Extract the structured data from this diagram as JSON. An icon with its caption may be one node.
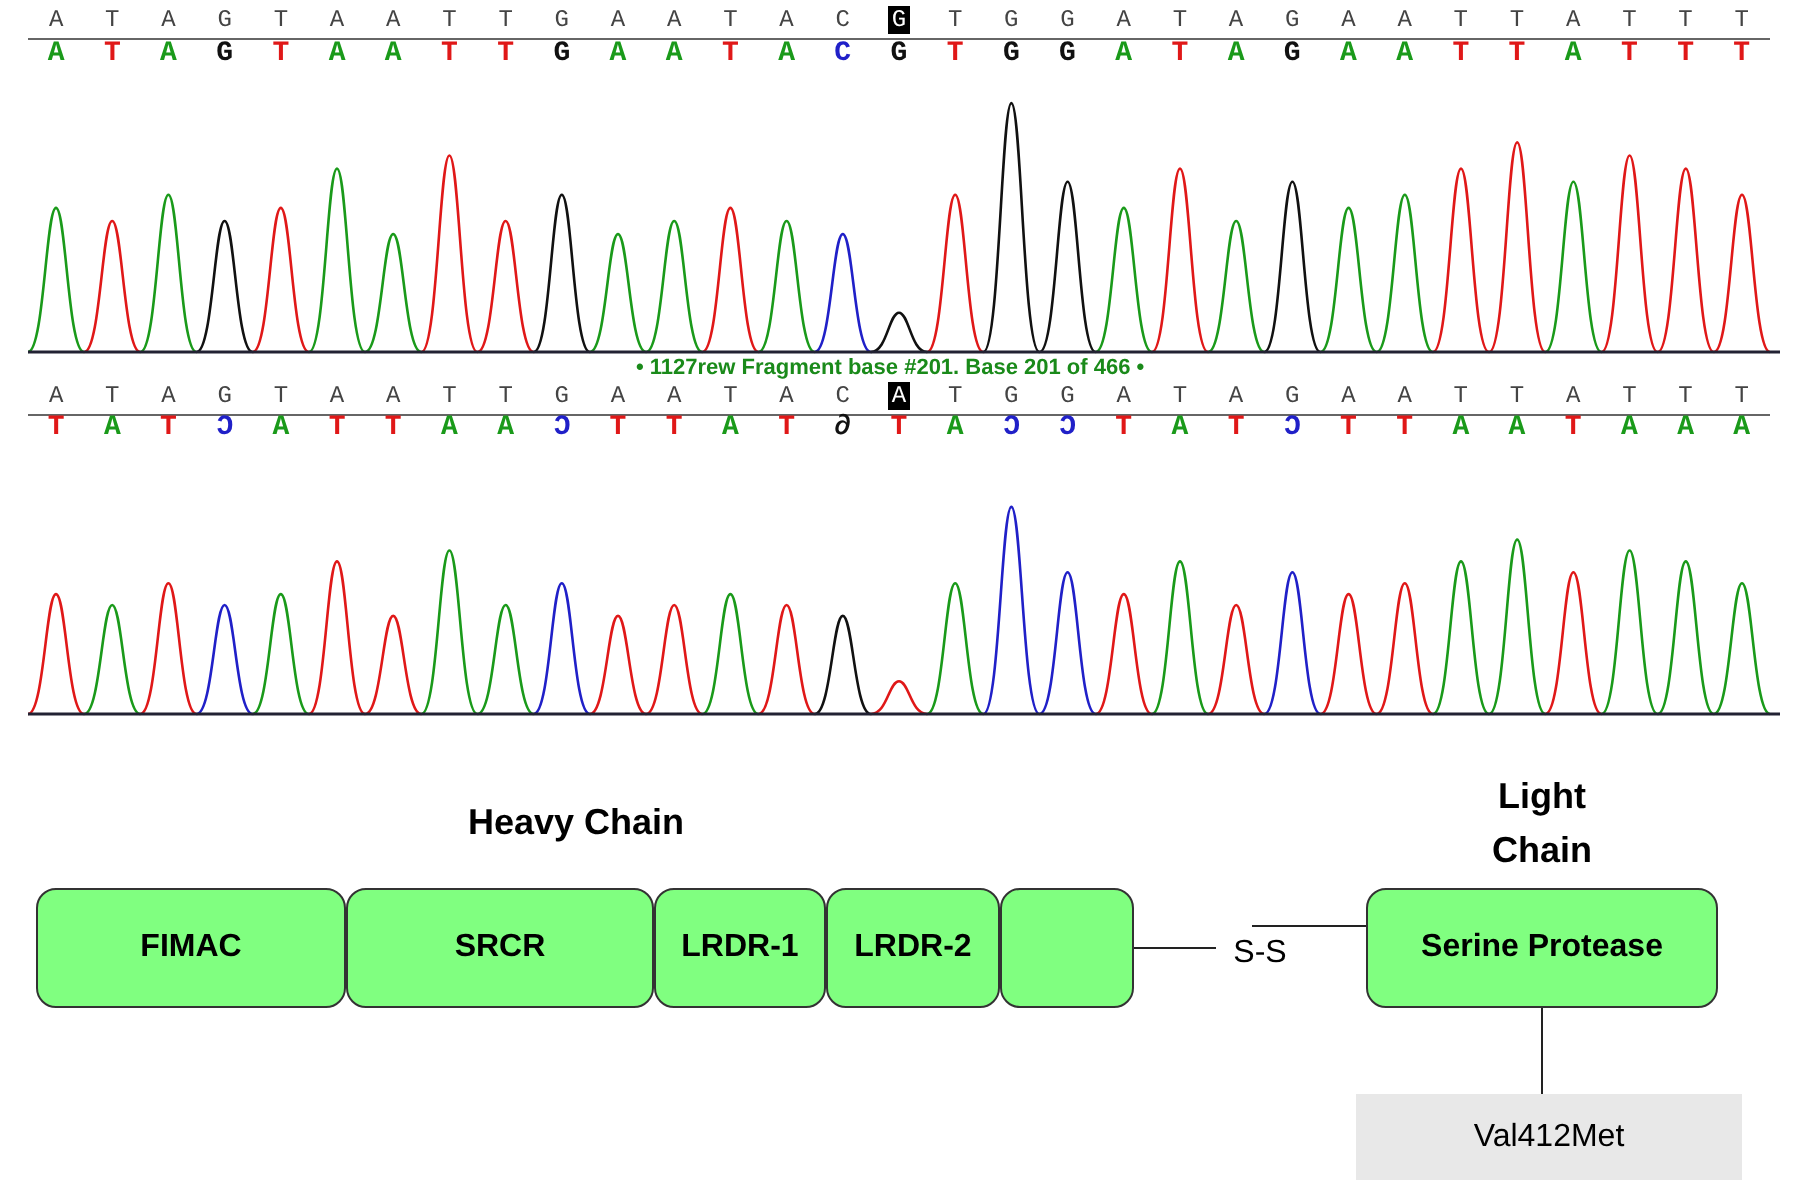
{
  "diagram": {
    "nodes": [
      {
        "text": [
          "FIMAC"
        ]
      },
      {
        "text": [
          "SRCR"
        ]
      },
      {
        "text": [
          "LRDR-1"
        ]
      },
      {
        "text": [
          "LRDR-2"
        ]
      },
      {
        "text": [],
        "shape": "box"
      },
      {
        "text": [
          "S-S"
        ]
      },
      {
        "text": [
          "Light Chain",
          "Serine Protease"
        ]
      },
      {
        "text": [
          "Val412Met"
        ]
      }
    ],
    "edges": [
      {
        "from": 4,
        "to": 5,
        "arrow": "none"
      },
      {
        "from": 5,
        "to": 6,
        "arrow": "none"
      },
      {
        "from": 6,
        "to": 7,
        "arrow": "none"
      }
    ],
    "labels": [
      "A T A G T A A T T G A A T A C G T G G A T A G A A T T A T T T",
      "A T A G T A A T T G A A T A C G T G G A T A G A A T T A T T T",
      "• 1127rew Fragment base #201. Base 201 of 466 •",
      "A T A G T A A T T G A A T A C A T G G A T A G A A T T A T T T",
      "T A T Ɔ A T T A A Ɔ T T A T ∂ T A Ɔ Ɔ T A T Ɔ T T A A T A A A",
      "Heavy Chain"
    ]
  }
}
